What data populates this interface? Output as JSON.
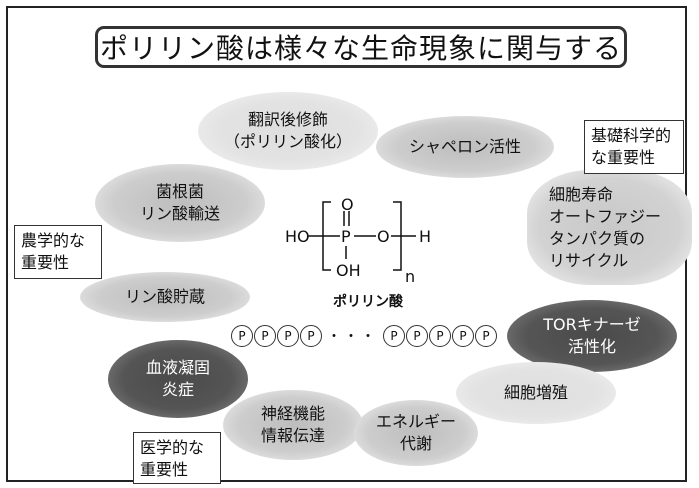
{
  "title": "ポリリン酸は様々な生命現象に関与する",
  "categories": {
    "basic_science": "基礎科学的\nな重要性",
    "agriculture": "農学的な\n重要性",
    "medicine": "医学的な\n重要性"
  },
  "phenomena": {
    "translation": "翻訳後修飾\n（ポリリン酸化）",
    "chaperone": "シャペロン活性",
    "mycorrhiza": "菌根菌\nリン酸輸送",
    "cell_life": "細胞寿命\nオートファジー\nタンパク質の\nリサイクル",
    "phosphate_storage": "リン酸貯蔵",
    "tor_kinase": "TORキナーゼ\n活性化",
    "blood": "血液凝固\n炎症",
    "proliferation": "細胞増殖",
    "neural": "神経機能\n情報伝達",
    "energy": "エネルギー\n代謝"
  },
  "structure": {
    "ho": "HO",
    "p": "P",
    "o_top": "O",
    "o_right": "O",
    "h": "H",
    "oh": "OH",
    "n": "n",
    "name": "ポリリン酸"
  },
  "chain": {
    "unit": "P",
    "left_units": [
      "P",
      "P",
      "P",
      "P"
    ],
    "dots": "・・・",
    "right_units": [
      "P",
      "P",
      "P",
      "P",
      "P"
    ]
  }
}
